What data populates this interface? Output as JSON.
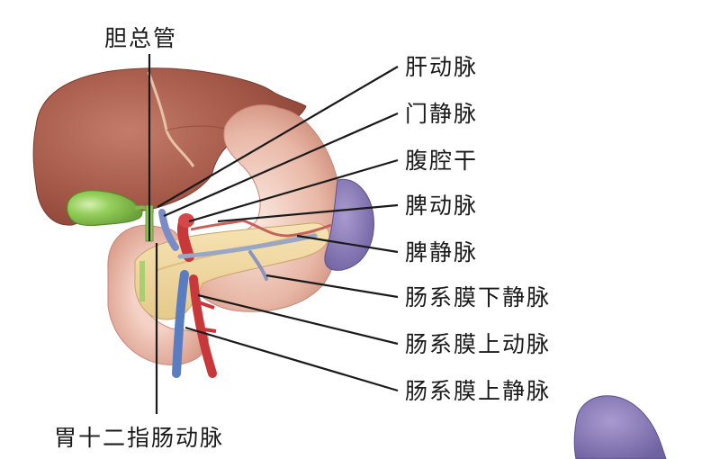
{
  "diagram": {
    "type": "anatomical-illustration",
    "subject": "liver, gallbladder, stomach, pancreas, duodenum, spleen and associated vessels",
    "colors": {
      "liver": "#a85a4a",
      "liver_light": "#c27a68",
      "gallbladder": "#8cc653",
      "stomach": "#e6b4a4",
      "pancreas": "#f0d9a2",
      "spleen": "#8a7bb5",
      "artery": "#c8373a",
      "vein": "#5a7cc0",
      "leader_line": "#1a1a1a",
      "text": "#1a1a1a"
    },
    "labels": {
      "common_bile_duct": "胆总管",
      "hepatic_artery": "肝动脉",
      "portal_vein": "门静脉",
      "celiac_trunk": "腹腔干",
      "splenic_artery": "脾动脉",
      "splenic_vein": "脾静脉",
      "inferior_mesenteric_vein": "肠系膜下静脉",
      "superior_mesenteric_artery": "肠系膜上动脉",
      "superior_mesenteric_vein": "肠系膜上静脉",
      "gastroduodenal_artery": "胃十二指肠动脉"
    }
  }
}
